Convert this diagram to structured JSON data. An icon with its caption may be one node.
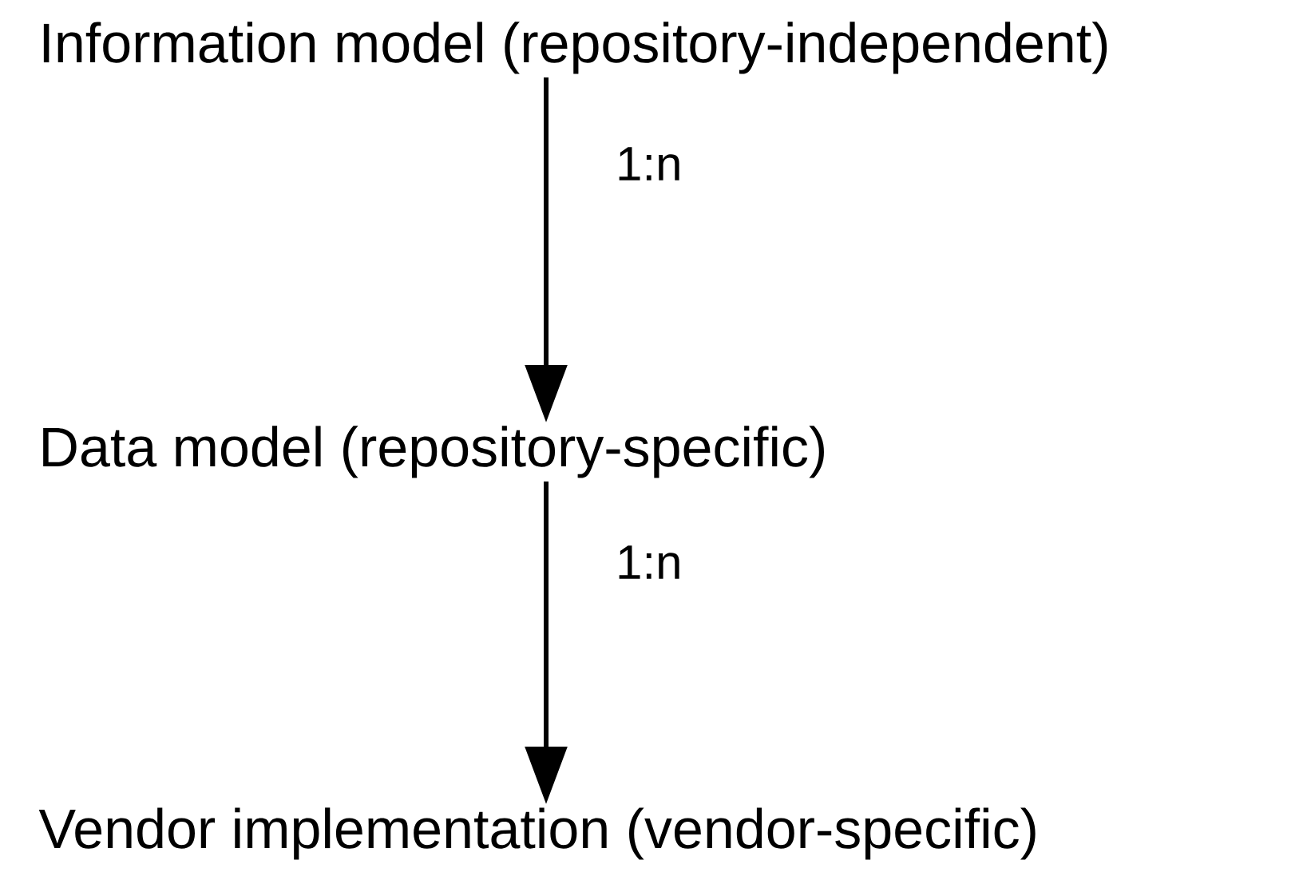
{
  "diagram": {
    "nodes": [
      {
        "text": [
          "Information model (repository-independent)"
        ]
      },
      {
        "text": [
          "Data model (repository-specific)"
        ]
      },
      {
        "text": [
          "Vendor implementation (vendor-specific)"
        ]
      }
    ],
    "edges": [
      {
        "from": 0,
        "to": 1,
        "arrow": "to",
        "label": "1:n"
      },
      {
        "from": 1,
        "to": 2,
        "arrow": "to",
        "label": "1:n"
      }
    ]
  }
}
